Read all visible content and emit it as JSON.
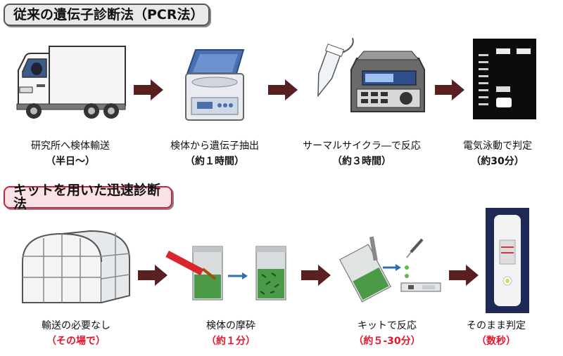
{
  "titles": {
    "conventional": "従来の遺伝子診断法（PCR法）",
    "kit": "キットを用いた迅速診断法"
  },
  "conventional_steps": [
    {
      "label": "研究所へ検体輸送",
      "time": "（半日～）",
      "icon": "truck-icon"
    },
    {
      "label": "検体から遺伝子抽出",
      "time": "（約１時間）",
      "icon": "centrifuge-icon"
    },
    {
      "label": "サーマルサイクラ―で反応",
      "time": "（約３時間）",
      "icon": "thermal-cycler-icon"
    },
    {
      "label": "電気泳動で判定",
      "time": "（約30分）",
      "icon": "gel-electrophoresis-icon"
    }
  ],
  "kit_steps": [
    {
      "label": "輸送の必要なし",
      "time": "（その場で）",
      "icon": "greenhouse-icon"
    },
    {
      "label": "検体の摩砕",
      "time": "（約１分）",
      "icon": "sample-bag-icon"
    },
    {
      "label": "キットで反応",
      "time": "（約５-30分）",
      "icon": "kit-reaction-icon"
    },
    {
      "label": "そのまま判定",
      "time": "（数秒）",
      "icon": "test-strip-icon"
    }
  ],
  "colors": {
    "arrow": "#5a1f1f",
    "kit_time": "#e3172b",
    "kit_title_bg": "#fbe0e4",
    "old_title_bg": "#e9e9e9"
  }
}
